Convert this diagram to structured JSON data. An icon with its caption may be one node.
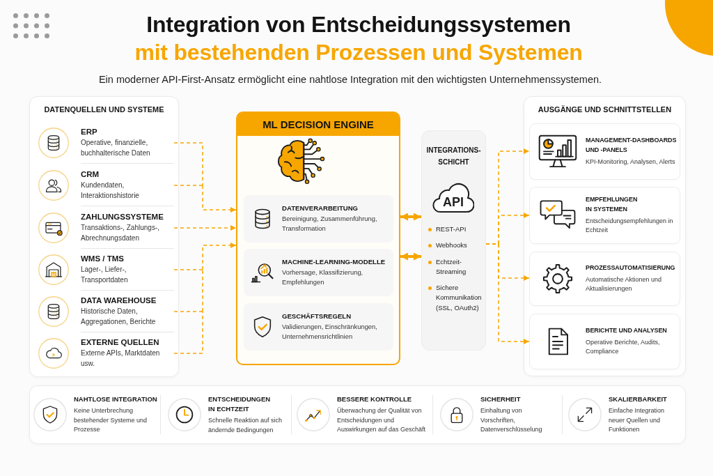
{
  "diagram": {
    "title": "Integration von Entscheidungssystemen mit bestehenden Prozessen und Systemen",
    "nodes": [
      {
        "text": [
          "DATENQUELLEN UND SYSTEME"
        ]
      },
      {
        "text": [
          "ERP",
          "Operative, finanzielle, buchhalterische Daten"
        ],
        "in": 0
      },
      {
        "text": [
          "CRM",
          "Kundendaten, Interaktionshistorie"
        ],
        "in": 0
      },
      {
        "text": [
          "ZAHLUNGSSYSTEME",
          "Transaktions-, Zahlungs-, Abrechnungsdaten"
        ],
        "in": 0
      },
      {
        "text": [
          "WMS / TMS",
          "Lager-, Liefer-, Transportdaten"
        ],
        "in": 0
      },
      {
        "text": [
          "DATA WAREHOUSE",
          "Historische Daten, Aggregationen, Berichte"
        ],
        "in": 0
      },
      {
        "text": [
          "EXTERNE QUELLEN",
          "Externe APIs, Marktdaten usw."
        ],
        "in": 0
      },
      {
        "text": [
          "ML DECISION ENGINE"
        ]
      },
      {
        "text": [
          "DATENVERARBEITUNG",
          "Bereinigung, Zusammenführung, Transformation"
        ],
        "in": 7
      },
      {
        "text": [
          "MACHINE-LEARNING-MODELLE",
          "Vorhersage, Klassifizierung, Empfehlungen"
        ],
        "in": 7
      },
      {
        "text": [
          "GESCHÄFTSREGELN",
          "Validierungen, Einschränkungen, Unternehmensrichtlinien"
        ],
        "in": 7
      },
      {
        "text": [
          "INTEGRATIONS- SCHICHT",
          "REST-API",
          "Webhooks",
          "Echtzeit- Streaming",
          "Sichere Kommunikation (SSL, OAuth2)"
        ]
      },
      {
        "text": [
          "API"
        ],
        "in": 11
      },
      {
        "text": [
          "AUSGÄNGE UND SCHNITTSTELLEN"
        ]
      },
      {
        "text": [
          "MANAGEMENT-DASHBOARDS UND -PANELS",
          "KPI-Monitoring, Analysen, Alerts"
        ],
        "in": 13
      },
      {
        "text": [
          "EMPFEHLUNGEN IN SYSTEMEN",
          "Entscheidungsempfehlungen in Echtzeit"
        ],
        "in": 13
      },
      {
        "text": [
          "PROZESSAUTOMATISIERUNG",
          "Automatische Aktionen und Aktualisierungen"
        ],
        "in": 13
      },
      {
        "text": [
          "BERICHTE UND ANALYSEN",
          "Operative Berichte, Audits, Compliance"
        ],
        "in": 13
      },
      {
        "text": [],
        "shape": "box"
      },
      {
        "text": [
          "NAHTLOSE INTEGRATION",
          "Keine Unterbrechung bestehender Systeme und Prozesse"
        ],
        "in": 18
      },
      {
        "text": [
          "ENTSCHEIDUNGEN IN ECHTZEIT",
          "Schnelle Reaktion auf sich ändernde Bedingungen"
        ],
        "in": 18
      },
      {
        "text": [
          "BESSERE KONTROLLE",
          "Überwachung der Qualität von Entscheidungen und Auswirkungen auf das Geschäft"
        ],
        "in": 18
      },
      {
        "text": [
          "SICHERHEIT",
          "Einhaltung von Vorschriften, Datenverschlüsselung"
        ],
        "in": 18
      },
      {
        "text": [
          "SKALIERBARKEIT",
          "Einfache Integration neuer Quellen und Funktionen"
        ],
        "in": 18
      }
    ],
    "edges": [
      {
        "from": 1,
        "to": 7,
        "arrow": "to",
        "style": "dashed"
      },
      {
        "from": 2,
        "to": 7,
        "arrow": "to",
        "style": "dashed"
      },
      {
        "from": 3,
        "to": 7,
        "arrow": "to",
        "style": "dashed"
      },
      {
        "from": 4,
        "to": 7,
        "arrow": "to",
        "style": "dashed"
      },
      {
        "from": 5,
        "to": 7,
        "arrow": "to",
        "style": "dashed"
      },
      {
        "from": 6,
        "to": 7,
        "arrow": "to",
        "style": "dashed"
      },
      {
        "from": 7,
        "to": 11,
        "arrow": "both",
        "style": "thick"
      },
      {
        "from": 7,
        "to": 11,
        "arrow": "both",
        "style": "thick"
      },
      {
        "from": 11,
        "to": 14,
        "arrow": "to",
        "style": "dashed"
      },
      {
        "from": 11,
        "to": 15,
        "arrow": "to",
        "style": "dashed"
      },
      {
        "from": 11,
        "to": 16,
        "arrow": "to",
        "style": "dashed"
      },
      {
        "from": 11,
        "to": 17,
        "arrow": "to",
        "style": "dashed"
      }
    ],
    "labels": [
      "Ein moderner API-First-Ansatz ermöglicht eine nahtlose Integration mit den wichtigsten Unternehmenssystemen."
    ]
  }
}
